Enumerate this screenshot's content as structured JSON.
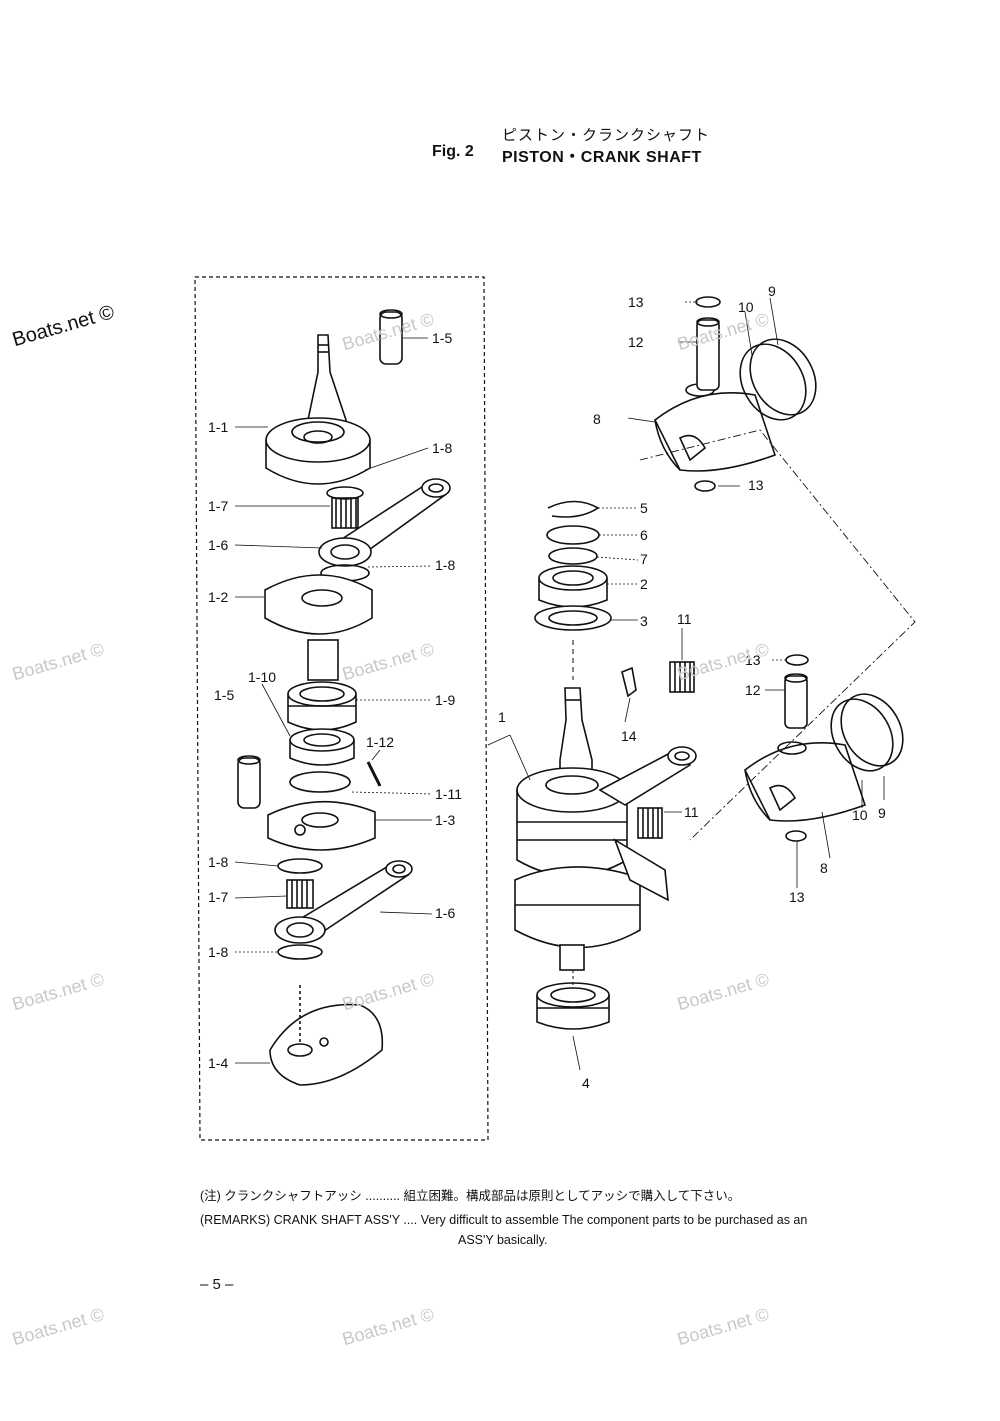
{
  "header": {
    "title_jp": "ピストン・クランクシャフト",
    "figure_number": "Fig. 2",
    "title_en": "PISTON・CRANK SHAFT"
  },
  "watermark": {
    "text": "Boats.net ©"
  },
  "callouts": [
    "1-1",
    "1-2",
    "1-3",
    "1-4",
    "1-5",
    "1-5",
    "1-6",
    "1-6",
    "1-7",
    "1-7",
    "1-8",
    "1-8",
    "1-8",
    "1-8",
    "1-9",
    "1-10",
    "1-11",
    "1-12",
    "1",
    "2",
    "3",
    "4",
    "5",
    "6",
    "7",
    "8",
    "8",
    "9",
    "9",
    "10",
    "10",
    "11",
    "11",
    "12",
    "12",
    "13",
    "13",
    "13",
    "13",
    "14"
  ],
  "remarks": {
    "jp_label": "(注) クランクシャフトアッシ",
    "jp_dots": "..........",
    "jp_text": "組立困難。構成部品は原則としてアッシで購入して下さい。",
    "en_label": "(REMARKS) CRANK SHAFT ASS'Y",
    "en_dots": "....",
    "en_text": "Very difficult to assemble The component parts to be purchased as an",
    "en_text2": "ASS'Y basically."
  },
  "page_number": "– 5 –"
}
